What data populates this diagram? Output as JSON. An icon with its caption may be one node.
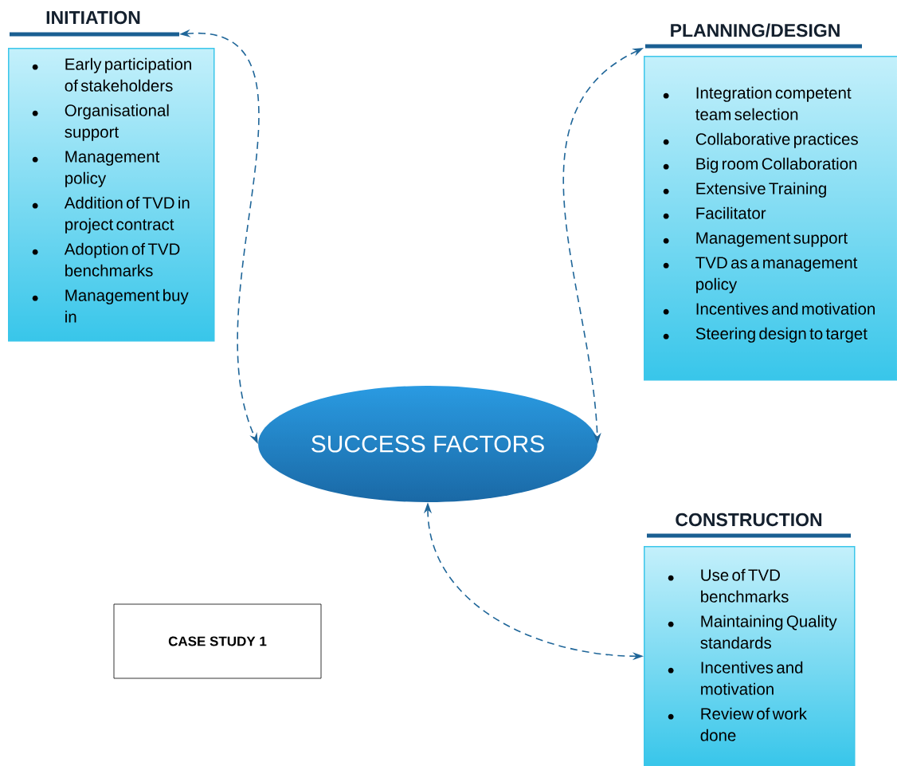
{
  "diagram": {
    "nodes": [
      {
        "text": [
          "INITIATION",
          "Early participation of stakeholders",
          "Organisational support",
          "Management policy",
          "Addition of TVD in project contract",
          "Adoption of TVD benchmarks",
          "Management buy in"
        ]
      },
      {
        "text": [
          "PLANNING/DESIGN",
          "Integration competent team selection",
          "Collaborative practices",
          "Big room Collaboration",
          "Extensive Training",
          "Facilitator",
          "Management support",
          "TVD as a management policy",
          "Incentives and motivation",
          "Steering design to target"
        ]
      },
      {
        "text": [
          "SUCCESS FACTORS"
        ]
      },
      {
        "text": [
          "CONSTRUCTION",
          "Use of TVD benchmarks",
          "Maintaining Quality standards",
          "Incentives and motivation",
          "Review of work done"
        ]
      },
      {
        "text": [
          "CASE STUDY 1"
        ]
      }
    ],
    "edges": [
      {
        "from": 0,
        "to": 2,
        "arrow": "both",
        "style": "dashed"
      },
      {
        "from": 1,
        "to": 2,
        "arrow": "both",
        "style": "dashed"
      },
      {
        "from": 3,
        "to": 2,
        "arrow": "both",
        "style": "dashed"
      }
    ]
  }
}
